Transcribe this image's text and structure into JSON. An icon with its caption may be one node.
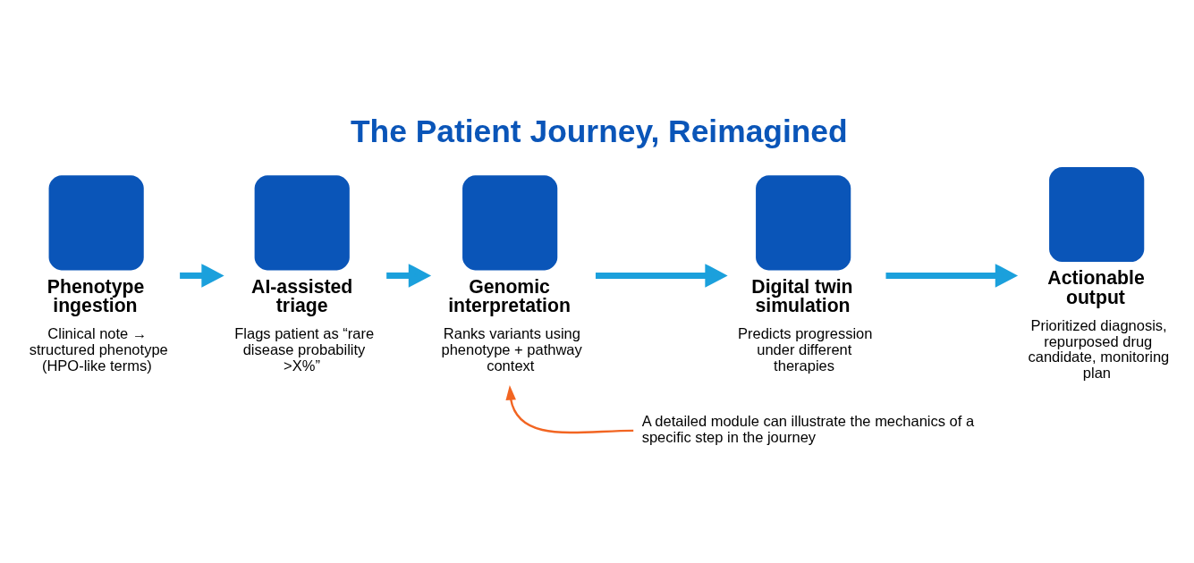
{
  "diagram": {
    "title": "The Patient Journey, Reimagined",
    "nodes": [
      {
        "text": [
          "Phenotype ingestion",
          "Clinical note → structured phenotype (HPO-like terms)"
        ]
      },
      {
        "text": [
          "AI-assisted triage",
          "Flags patient as “rare disease probability >X%”"
        ]
      },
      {
        "text": [
          "Genomic interpretation",
          "Ranks variants using phenotype + pathway context"
        ]
      },
      {
        "text": [
          "Digital twin simulation",
          "Predicts progression under different therapies"
        ]
      },
      {
        "text": [
          "Actionable output",
          "Prioritized diagnosis, repurposed drug candidate, monitoring plan"
        ]
      },
      {
        "text": [
          "A detailed module can illustrate the mechanics of a specific step in the journey"
        ]
      }
    ],
    "edges": [
      {
        "from": 0,
        "to": 1,
        "arrow": "to"
      },
      {
        "from": 1,
        "to": 2,
        "arrow": "to"
      },
      {
        "from": 2,
        "to": 3,
        "arrow": "to"
      },
      {
        "from": 3,
        "to": 4,
        "arrow": "to"
      },
      {
        "from": 5,
        "to": 2,
        "arrow": "to",
        "color": "#f26522"
      }
    ]
  }
}
